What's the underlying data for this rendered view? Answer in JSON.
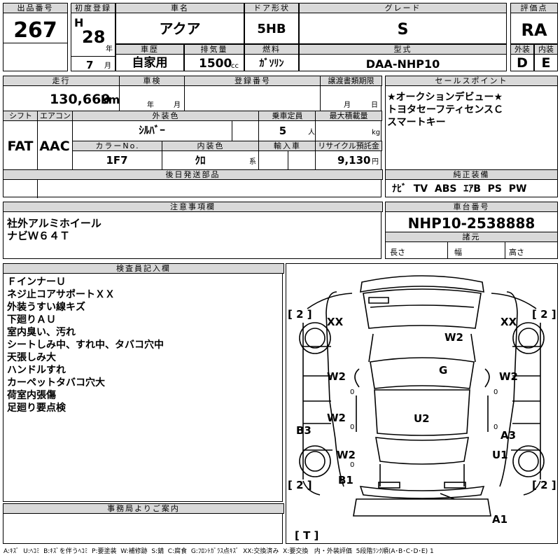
{
  "header": {
    "lot_no": {
      "label": "出品番号",
      "value": "267"
    },
    "first_reg": {
      "label": "初度登録",
      "era": "H",
      "year": "28",
      "year_unit": "年",
      "month": "7",
      "month_unit": "月"
    },
    "car_name": {
      "label": "車名",
      "value": "アクア"
    },
    "door": {
      "label": "ドア形状",
      "value": "5HB"
    },
    "grade": {
      "label": "グレード",
      "value": "S"
    },
    "score": {
      "label": "評価点",
      "value": "RA"
    },
    "history": {
      "label": "車歴",
      "value": "自家用"
    },
    "displacement": {
      "label": "排気量",
      "value": "1500",
      "unit": "cc"
    },
    "fuel": {
      "label": "燃料",
      "value": "ｶﾞｿﾘﾝ"
    },
    "model_code": {
      "label": "型式",
      "value": "DAA-NHP10"
    },
    "exterior": {
      "label": "外装",
      "value": "D"
    },
    "interior": {
      "label": "内装",
      "value": "E"
    }
  },
  "row2": {
    "mileage": {
      "label": "走行",
      "value": "130,669",
      "unit": "km"
    },
    "inspection": {
      "label": "車検",
      "year_unit": "年",
      "month_unit": "月"
    },
    "reg_no": {
      "label": "登録番号"
    },
    "transfer": {
      "label": "譲渡書類期限",
      "month_unit": "月",
      "day_unit": "日"
    },
    "shift": {
      "label": "シフト",
      "value": "FAT"
    },
    "aircon": {
      "label": "エアコン",
      "value": "AAC"
    },
    "ext_color": {
      "label": "外装色",
      "value": "ｼﾙﾊﾞｰ"
    },
    "capacity": {
      "label": "乗車定員",
      "value": "5",
      "unit": "人"
    },
    "max_load": {
      "label": "最大積載量",
      "unit": "kg"
    },
    "color_no": {
      "label": "カラーNo.",
      "value": "1F7"
    },
    "int_color": {
      "label": "内装色",
      "value": "ｸﾛ",
      "unit": "系"
    },
    "import": {
      "label": "輸入車"
    },
    "recycle": {
      "label": "リサイクル預託金",
      "value": "9,130",
      "unit": "円"
    },
    "later_parts": {
      "label": "後日発送部品"
    }
  },
  "sales_point": {
    "label": "セールスポイント",
    "lines": [
      "★オークションデビュー★",
      "トヨタセーフティセンスＣ",
      "スマートキー"
    ]
  },
  "equipment": {
    "label": "純正装備",
    "value": "ﾅﾋﾞ  TV  ABS  ｴｱB  PS  PW"
  },
  "caution": {
    "label": "注意事項欄",
    "lines": [
      "社外アルミホイール",
      "ナビＷ６４Ｔ"
    ]
  },
  "chassis": {
    "label": "車台番号",
    "value": "NHP10-2538888"
  },
  "dims": {
    "label": "諸元",
    "length": "長さ",
    "width": "幅",
    "height": "高さ"
  },
  "inspector": {
    "label": "検査員記入欄",
    "lines": [
      "ＦインナーＵ",
      "ネジ止コアサポートＸＸ",
      "外装うすい線キズ",
      "下廻りＡＵ",
      "室内臭い、汚れ",
      "シートしみ中、すれ中、タバコ穴中",
      "天張しみ大",
      "ハンドルすれ",
      "カーペットタバコ穴大",
      "荷室内張傷",
      "足廻り要点検"
    ]
  },
  "office": {
    "label": "事務局よりご案内"
  },
  "diagram": {
    "tire_tl": "[ 2 ]",
    "tire_tr": "[ 2 ]",
    "tire_bl": "[ 2 ]",
    "tire_br": "[ 2 ]",
    "spare": "[ T ]",
    "m_xx_l": "XX",
    "m_xx_r": "XX",
    "m_w2_hood": "W2",
    "m_g": "G",
    "m_w2_l1": "W2",
    "m_w2_r1": "W2",
    "m_w2_l2": "W2",
    "m_u2": "U2",
    "m_b3": "B3",
    "m_a3": "A3",
    "m_w2_l3": "W2",
    "m_u1": "U1",
    "m_b1": "B1",
    "m_a1": "A1",
    "z1": "0",
    "z2": "0",
    "z3": "0",
    "z4": "0",
    "z5": "0"
  },
  "legend": "A:ｷｽﾞ  U:ﾍｺﾐ  B:ｷｽﾞを伴うﾍｺﾐ  P:要塗装  W:補修跡  S:錆  C:腐食  G:ﾌﾛﾝﾄｶﾞﾗｽ点ｷｽﾞ  XX:交換済み  X:要交換   内・外装評価  5段階ﾗﾝｸ順(A･B･C･D･E) 1"
}
